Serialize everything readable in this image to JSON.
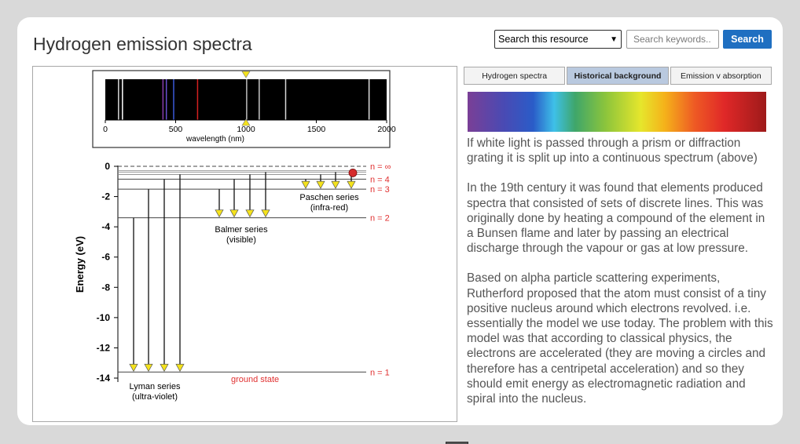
{
  "header": {
    "title": "Hydrogen emission spectra",
    "search_select": "Search this resource",
    "search_placeholder": "Search keywords..",
    "search_button": "Search"
  },
  "tabs": [
    {
      "label": "Hydrogen spectra",
      "active": false
    },
    {
      "label": "Historical background",
      "active": true
    },
    {
      "label": "Emission v absorption",
      "active": false
    }
  ],
  "paragraphs": [
    "If white light is passed through a prism or diffraction grating it is split up into a continuous spectrum (above)",
    "In the 19th century it was found that elements produced spectra that consisted of sets of discrete lines. This was originally done by heating a compound of the element in a Bunsen flame and later by passing an electrical discharge through the vapour or gas at low pressure.",
    "Based on alpha particle scattering experiments, Rutherford proposed that the atom must consist of a tiny positive nucleus around which electrons revolved. i.e. essentially the model we use today. The problem with this model was that according to classical physics, the electrons are accelerated (they are moving a circles and therefore has a centripetal acceleration) and so they should emit energy as electromagnetic radiation and spiral into the nucleus."
  ],
  "spectrum": {
    "xlabel": "wavelength (nm)",
    "ticks": [
      0,
      500,
      1000,
      1500,
      2000
    ],
    "tick_labels": [
      "0",
      "500",
      "1000",
      "1500",
      "2000"
    ],
    "marker_nm": 1000,
    "lines": [
      {
        "nm": 94,
        "color": "#d8d8d8"
      },
      {
        "nm": 122,
        "color": "#ffffff"
      },
      {
        "nm": 410,
        "color": "#8a3fb0"
      },
      {
        "nm": 434,
        "color": "#6a4fd0"
      },
      {
        "nm": 486,
        "color": "#3a5ad8"
      },
      {
        "nm": 656,
        "color": "#d42020"
      },
      {
        "nm": 1005,
        "color": "#bdbdbd"
      },
      {
        "nm": 1094,
        "color": "#c8c8c8"
      },
      {
        "nm": 1282,
        "color": "#d8d8d8"
      },
      {
        "nm": 1875,
        "color": "#e0e0e0"
      }
    ]
  },
  "energy": {
    "ylabel": "Energy (eV)",
    "ticks": [
      0,
      -2,
      -4,
      -6,
      -8,
      -10,
      -12,
      -14
    ],
    "tick_labels": [
      "0",
      "-2",
      "-4",
      "-6",
      "-8",
      "-10",
      "-12",
      "-14"
    ],
    "levels": [
      {
        "label": "n = 1",
        "energy": -13.6
      },
      {
        "label": "n = 2",
        "energy": -3.4
      },
      {
        "label": "n = 3",
        "energy": -1.51
      },
      {
        "label": "n = 4",
        "energy": -0.85
      },
      {
        "label": "n = ∞",
        "energy": 0
      }
    ],
    "extra_levels": [
      -0.54,
      -0.38,
      -0.28
    ],
    "ground_state_label": "ground state",
    "series": [
      {
        "name": "Lyman series",
        "sub": "(ultra-violet)"
      },
      {
        "name": "Balmer series",
        "sub": "(visible)"
      },
      {
        "name": "Paschen series",
        "sub": "(infra-red)"
      }
    ],
    "lyman_from": [
      -3.4,
      -1.51,
      -0.85,
      -0.54
    ],
    "balmer_from": [
      -1.51,
      -0.85,
      -0.54,
      -0.38
    ],
    "paschen_from": [
      -0.85,
      -0.54,
      -0.38,
      -0.28
    ],
    "electron_energy": -0.54
  },
  "colors": {
    "accent": "#1f6fc1",
    "level_label": "#e03030",
    "arrow_head": "#f4e21c",
    "electron": "#d62b2b"
  }
}
